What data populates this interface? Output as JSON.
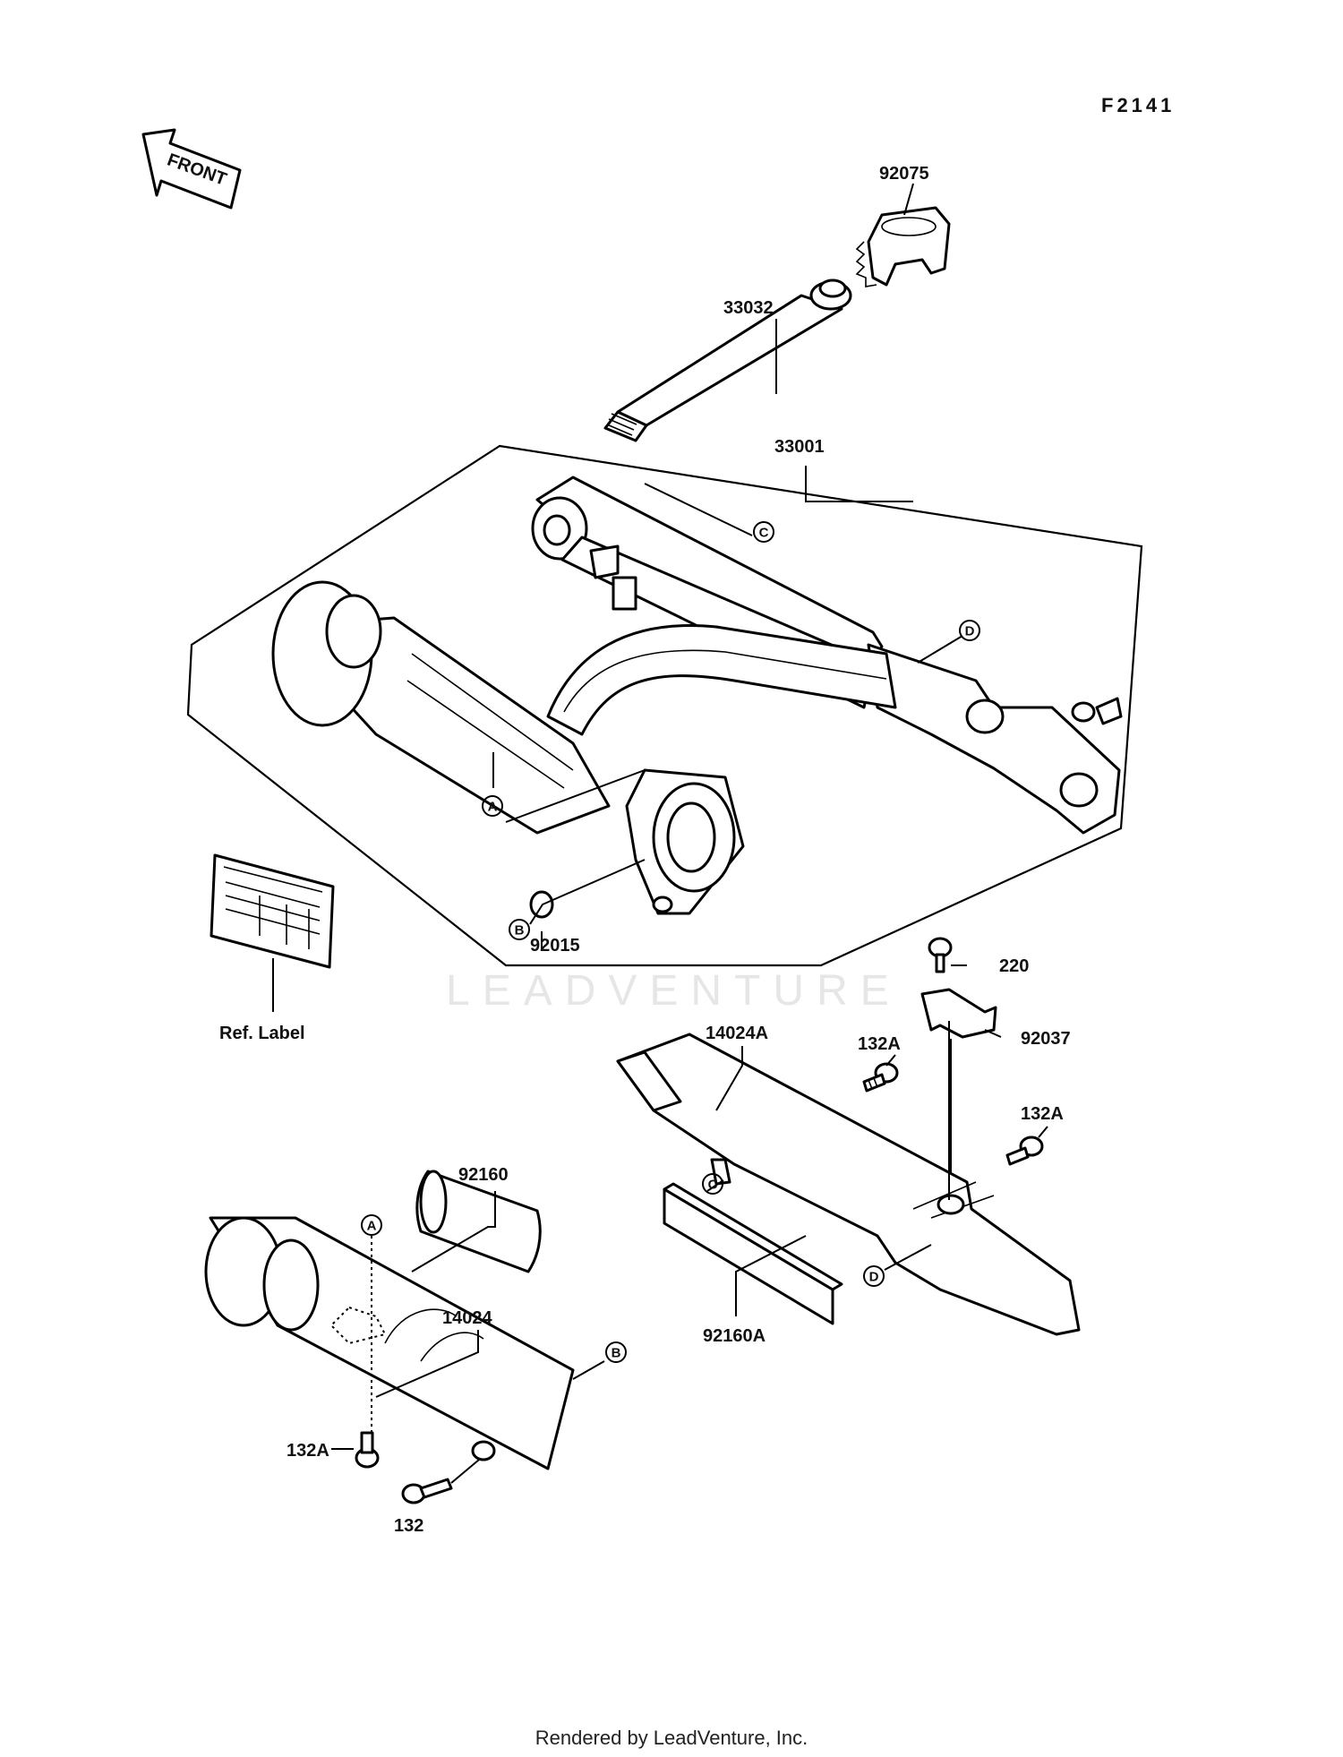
{
  "diagram_code": "F2141",
  "front_label": "FRONT",
  "watermark": "LEADVENTURE",
  "footer": "Rendered by LeadVenture, Inc.",
  "ref_label": "Ref. Label",
  "parts": {
    "p92075": "92075",
    "p33032": "33032",
    "p33001": "33001",
    "p92015": "92015",
    "p220": "220",
    "p92037": "92037",
    "p14024A": "14024A",
    "p132A_1": "132A",
    "p132A_2": "132A",
    "p92160": "92160",
    "p14024": "14024",
    "p92160A": "92160A",
    "p132A_3": "132A",
    "p132": "132"
  },
  "callouts": {
    "A": "A",
    "B": "B",
    "C": "C",
    "D": "D"
  }
}
